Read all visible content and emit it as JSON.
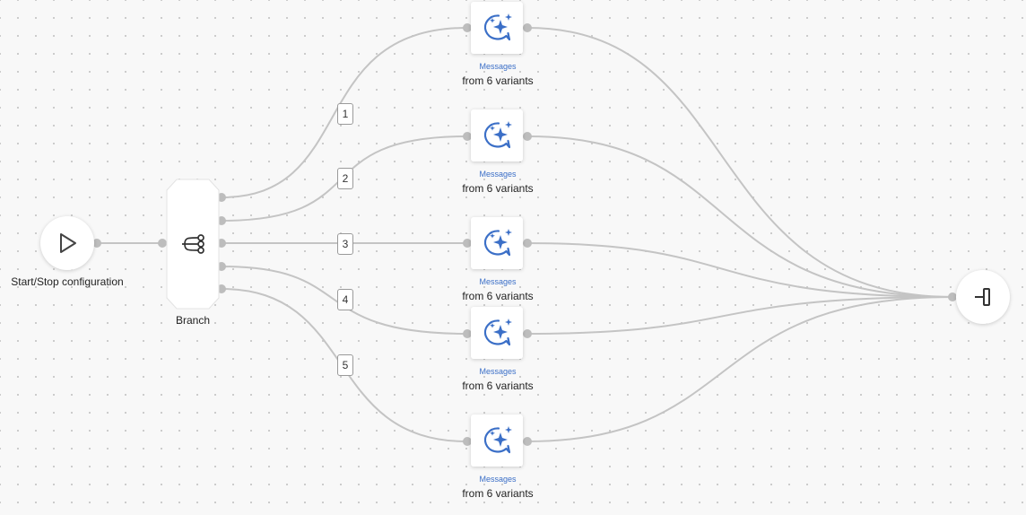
{
  "start_node": {
    "label": "Start/Stop configuration",
    "icon": "play-icon"
  },
  "branch_node": {
    "label": "Branch",
    "icon": "branch-icon"
  },
  "end_node": {
    "icon": "exit-icon"
  },
  "branch_labels": [
    "1",
    "2",
    "3",
    "4",
    "5"
  ],
  "message_nodes": [
    {
      "type": "Messages",
      "detail": "from 6 variants"
    },
    {
      "type": "Messages",
      "detail": "from 6 variants"
    },
    {
      "type": "Messages",
      "detail": "from 6 variants"
    },
    {
      "type": "Messages",
      "detail": "from 6 variants"
    },
    {
      "type": "Messages",
      "detail": "from 6 variants"
    }
  ],
  "colors": {
    "accent": "#3b6fc7",
    "edge": "#bdbdbd",
    "port": "#bdbdbd"
  }
}
